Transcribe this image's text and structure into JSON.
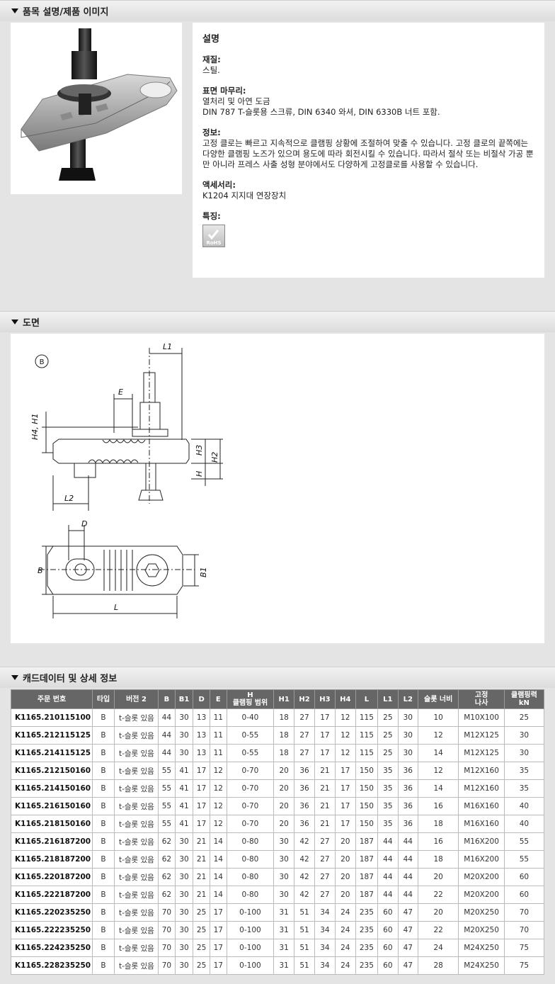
{
  "sections": {
    "desc_title": "품목 설명/제품 이미지",
    "drawing_title": "도면",
    "cad_title": "캐드데이터 및 상세 정보"
  },
  "description": {
    "heading": "설명",
    "material_label": "재질:",
    "material": "스틸.",
    "finish_label": "표면 마무리:",
    "finish_1": "열처리 및 아연 도금",
    "finish_2": "DIN 787 T-슬롯용 스크류, DIN 6340 와셔, DIN 6330B 너트 포함.",
    "info_label": "정보:",
    "info": "고정 클로는 빠르고 지속적으로 클램핑 상황에 조절하여 맞출 수 있습니다. 고정 클로의 끝쪽에는 다양한 클램핑 노즈가 있으며 용도에 따라 회전시킬 수 있습니다. 따라서 절삭 또는 비절삭 가공 뿐만 아니라 프레스 사출 성형 분야에서도 다양하게 고정클로를 사용할 수 있습니다.",
    "acc_label": "액세서리:",
    "acc": "K1204 지지대 연장장치",
    "feat_label": "특징:",
    "rohs": "RoHS"
  },
  "drawing_labels": {
    "variant": "B",
    "L1": "L1",
    "E": "E",
    "H4H1": "H4, H1",
    "H3": "H3",
    "H2": "H2",
    "H": "H",
    "L2": "L2",
    "D": "D",
    "B": "B",
    "B1": "B1",
    "L": "L"
  },
  "table": {
    "headers": [
      "주문 번호",
      "타입",
      "버전 2",
      "B",
      "B1",
      "D",
      "E",
      "H\n클램핑 범위",
      "H1",
      "H2",
      "H3",
      "H4",
      "L",
      "L1",
      "L2",
      "슬롯 너비",
      "고정\n나사",
      "클램핑력\nkN"
    ],
    "rows": [
      [
        "K1165.210115100",
        "B",
        "t-슬롯 있음",
        "44",
        "30",
        "13",
        "11",
        "0-40",
        "18",
        "27",
        "17",
        "12",
        "115",
        "25",
        "30",
        "10",
        "M10X100",
        "25"
      ],
      [
        "K1165.212115125",
        "B",
        "t-슬롯 있음",
        "44",
        "30",
        "13",
        "11",
        "0-55",
        "18",
        "27",
        "17",
        "12",
        "115",
        "25",
        "30",
        "12",
        "M12X125",
        "30"
      ],
      [
        "K1165.214115125",
        "B",
        "t-슬롯 있음",
        "44",
        "30",
        "13",
        "11",
        "0-55",
        "18",
        "27",
        "17",
        "12",
        "115",
        "25",
        "30",
        "14",
        "M12X125",
        "30"
      ],
      [
        "K1165.212150160",
        "B",
        "t-슬롯 있음",
        "55",
        "41",
        "17",
        "12",
        "0-70",
        "20",
        "36",
        "21",
        "17",
        "150",
        "35",
        "36",
        "12",
        "M12X160",
        "35"
      ],
      [
        "K1165.214150160",
        "B",
        "t-슬롯 있음",
        "55",
        "41",
        "17",
        "12",
        "0-70",
        "20",
        "36",
        "21",
        "17",
        "150",
        "35",
        "36",
        "14",
        "M12X160",
        "35"
      ],
      [
        "K1165.216150160",
        "B",
        "t-슬롯 있음",
        "55",
        "41",
        "17",
        "12",
        "0-70",
        "20",
        "36",
        "21",
        "17",
        "150",
        "35",
        "36",
        "16",
        "M16X160",
        "40"
      ],
      [
        "K1165.218150160",
        "B",
        "t-슬롯 있음",
        "55",
        "41",
        "17",
        "12",
        "0-70",
        "20",
        "36",
        "21",
        "17",
        "150",
        "35",
        "36",
        "18",
        "M16X160",
        "40"
      ],
      [
        "K1165.216187200",
        "B",
        "t-슬롯 있음",
        "62",
        "30",
        "21",
        "14",
        "0-80",
        "30",
        "42",
        "27",
        "20",
        "187",
        "44",
        "44",
        "16",
        "M16X200",
        "55"
      ],
      [
        "K1165.218187200",
        "B",
        "t-슬롯 있음",
        "62",
        "30",
        "21",
        "14",
        "0-80",
        "30",
        "42",
        "27",
        "20",
        "187",
        "44",
        "44",
        "18",
        "M16X200",
        "55"
      ],
      [
        "K1165.220187200",
        "B",
        "t-슬롯 있음",
        "62",
        "30",
        "21",
        "14",
        "0-80",
        "30",
        "42",
        "27",
        "20",
        "187",
        "44",
        "44",
        "20",
        "M20X200",
        "60"
      ],
      [
        "K1165.222187200",
        "B",
        "t-슬롯 있음",
        "62",
        "30",
        "21",
        "14",
        "0-80",
        "30",
        "42",
        "27",
        "20",
        "187",
        "44",
        "44",
        "22",
        "M20X200",
        "60"
      ],
      [
        "K1165.220235250",
        "B",
        "t-슬롯 있음",
        "70",
        "30",
        "25",
        "17",
        "0-100",
        "31",
        "51",
        "34",
        "24",
        "235",
        "60",
        "47",
        "20",
        "M20X250",
        "70"
      ],
      [
        "K1165.222235250",
        "B",
        "t-슬롯 있음",
        "70",
        "30",
        "25",
        "17",
        "0-100",
        "31",
        "51",
        "34",
        "24",
        "235",
        "60",
        "47",
        "22",
        "M20X250",
        "70"
      ],
      [
        "K1165.224235250",
        "B",
        "t-슬롯 있음",
        "70",
        "30",
        "25",
        "17",
        "0-100",
        "31",
        "51",
        "34",
        "24",
        "235",
        "60",
        "47",
        "24",
        "M24X250",
        "75"
      ],
      [
        "K1165.228235250",
        "B",
        "t-슬롯 있음",
        "70",
        "30",
        "25",
        "17",
        "0-100",
        "31",
        "51",
        "34",
        "24",
        "235",
        "60",
        "47",
        "28",
        "M24X250",
        "75"
      ]
    ]
  }
}
